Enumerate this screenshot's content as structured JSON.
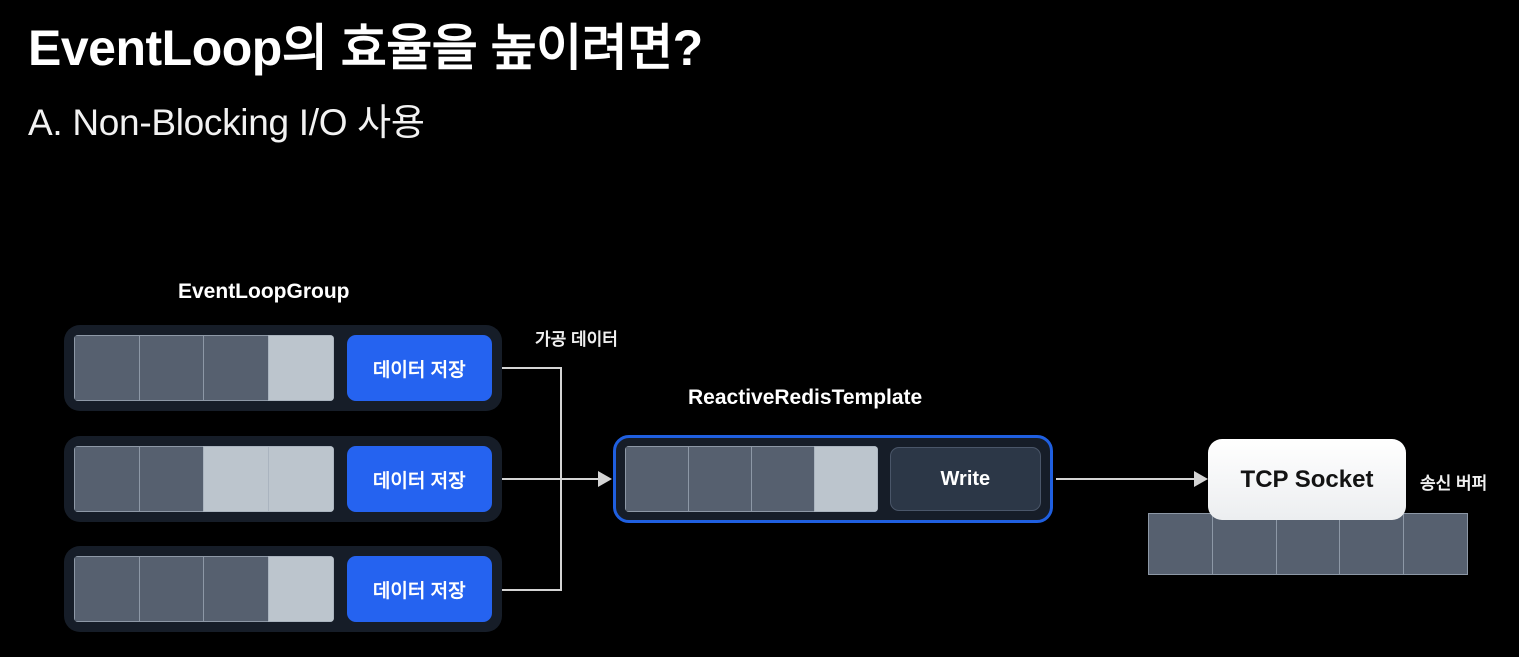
{
  "slide": {
    "title": "EventLoop의 효율을 높이려면?",
    "subtitle": "A. Non-Blocking I/O 사용",
    "background_color": "#000000"
  },
  "colors": {
    "accent_blue": "#2563f0",
    "redis_border_blue": "#1f5fe0",
    "queue_cell_dark": "#56606f",
    "queue_cell_light": "#bcc5cd",
    "panel_dark": "#161d28",
    "wire": "#d4d4d4",
    "tcp_socket_bg": "#ffffff"
  },
  "diagram": {
    "eventloop_group": {
      "label": "EventLoopGroup",
      "rows": [
        {
          "name": "eventloop-1",
          "cells": [
            "dark",
            "dark",
            "dark",
            "light"
          ],
          "button_label": "데이터 저장"
        },
        {
          "name": "eventloop-2",
          "cells": [
            "dark",
            "dark",
            "light",
            "light"
          ],
          "button_label": "데이터 저장"
        },
        {
          "name": "eventloop-3",
          "cells": [
            "dark",
            "dark",
            "dark",
            "light"
          ],
          "button_label": "데이터 저장"
        }
      ]
    },
    "processed_data_label": "가공 데이터",
    "reactive_redis_template": {
      "label": "ReactiveRedisTemplate",
      "cells": [
        "dark",
        "dark",
        "dark",
        "light"
      ],
      "button_label": "Write"
    },
    "tcp_socket": {
      "label": "TCP Socket",
      "buffer_label": "송신 버퍼",
      "buffer_cells": [
        "dark",
        "dark",
        "dark",
        "dark",
        "dark"
      ]
    }
  }
}
